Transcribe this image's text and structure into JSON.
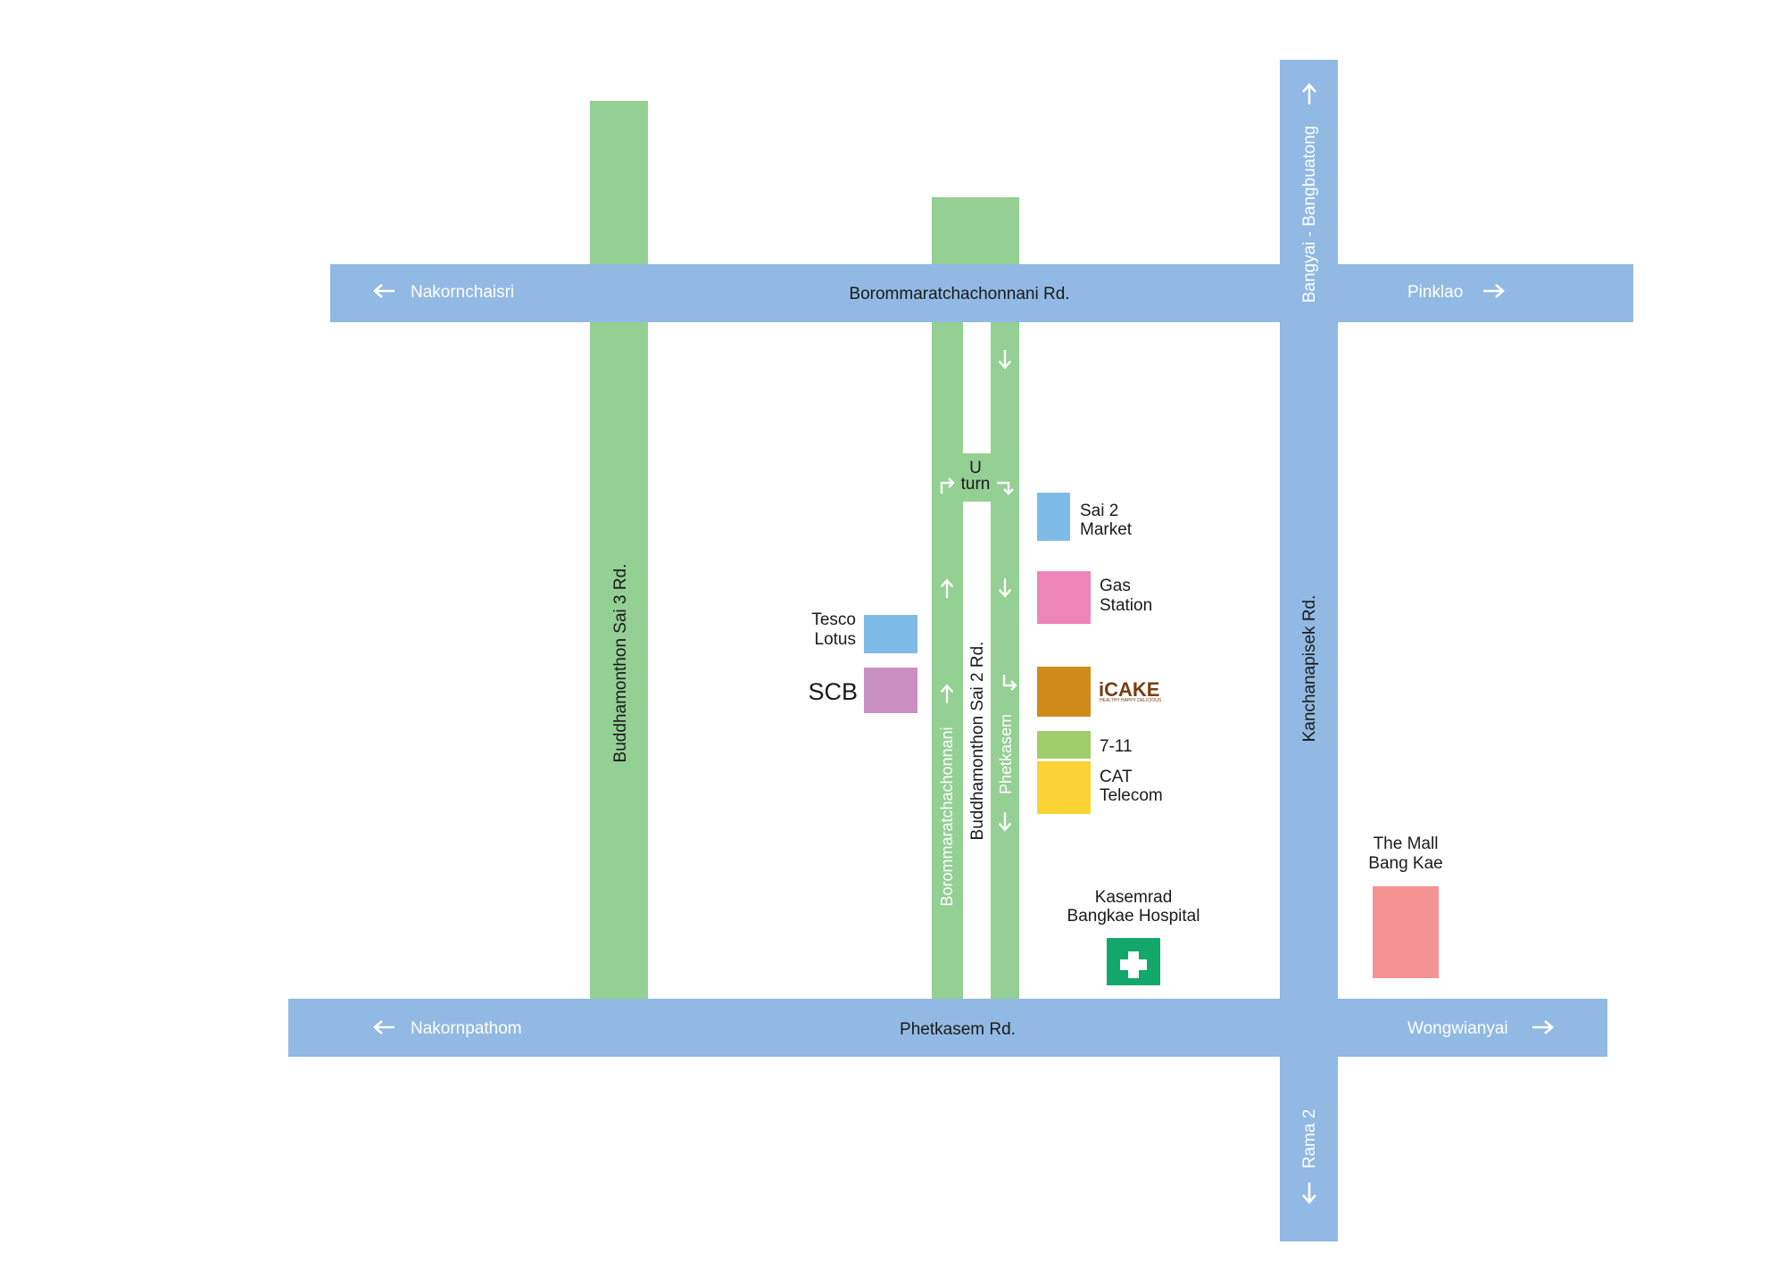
{
  "colors": {
    "major_road": "#91b9e3",
    "minor_road": "#94cf93",
    "road_text": "#1a1a1a",
    "direction_text_on_green": "#ffffff",
    "direction_text_on_blue": "#ffffff",
    "marker_tesco": "#7ebbe7",
    "marker_scb": "#c88fc0",
    "marker_market": "#7ebbe7",
    "marker_gas": "#ee85b8",
    "marker_icake": "#d08a1a",
    "marker_711": "#9fcd6a",
    "marker_cat": "#fcd334",
    "marker_mall": "#f59393",
    "marker_hospital": "#12a86b"
  },
  "roads": {
    "borommaratchachonnani": "Borommaratchachonnani Rd.",
    "phetkasem": "Phetkasem Rd.",
    "kanchanapisek": "Kanchanapisek Rd.",
    "sai3": "Buddhamonthon Sai 3 Rd.",
    "sai2": "Buddhamonthon Sai 2 Rd.",
    "sai2_left_lane": "Borommaratchachonnani",
    "sai2_right_lane": "Phetkasem"
  },
  "directions": {
    "nakornchaisri": "Nakornchaisri",
    "pinklao": "Pinklao",
    "nakornpathom": "Nakornpathom",
    "wongwianyai": "Wongwianyai",
    "bangyai": "Bangyai - Bangbuatong",
    "rama2": "Rama 2"
  },
  "uturn": {
    "line1": "U",
    "line2": "turn"
  },
  "landmarks": {
    "tesco": {
      "line1": "Tesco",
      "line2": "Lotus"
    },
    "scb": "SCB",
    "market": {
      "line1": "Sai 2",
      "line2": "Market"
    },
    "gas": {
      "line1": "Gas",
      "line2": "Station"
    },
    "icake": {
      "logo": "iCAKE",
      "tagline": "HEALTHY HAPPY DELICIOUS"
    },
    "seven_eleven": "7-11",
    "cat": {
      "line1": "CAT",
      "line2": "Telecom"
    },
    "hospital": {
      "line1": "Kasemrad",
      "line2": "Bangkae Hospital"
    },
    "mall": {
      "line1": "The Mall",
      "line2": "Bang Kae"
    }
  },
  "icons": {
    "arrow_left": "arrow-left-icon",
    "arrow_right": "arrow-right-icon",
    "arrow_up": "arrow-up-icon",
    "arrow_down": "arrow-down-icon",
    "turn": "turn-arrow-icon",
    "hospital": "hospital-cross-icon"
  }
}
